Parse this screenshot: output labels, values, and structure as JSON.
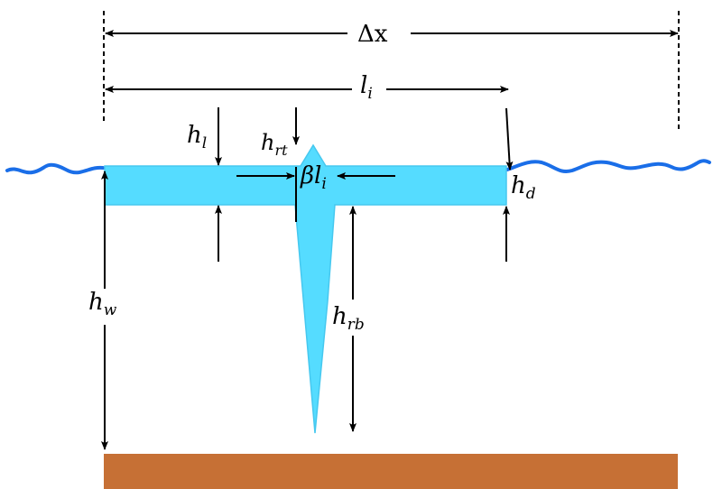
{
  "labels": {
    "delta_x": "Δx",
    "l_i": "l",
    "l_i_sub": "i",
    "h_l": "h",
    "h_l_sub": "l",
    "h_rt": "h",
    "h_rt_sub": "rt",
    "beta_l_i": "βl",
    "beta_l_i_sub": "i",
    "h_d": "h",
    "h_d_sub": "d",
    "h_w": "h",
    "h_w_sub": "w",
    "h_rb": "h",
    "h_rb_sub": "rb"
  },
  "colors": {
    "ice_fill": "#55dcff",
    "ice_stroke": "#46c8ef",
    "water_line": "#1a6ee8",
    "seabed": "#c67035",
    "arrow": "#000000"
  }
}
